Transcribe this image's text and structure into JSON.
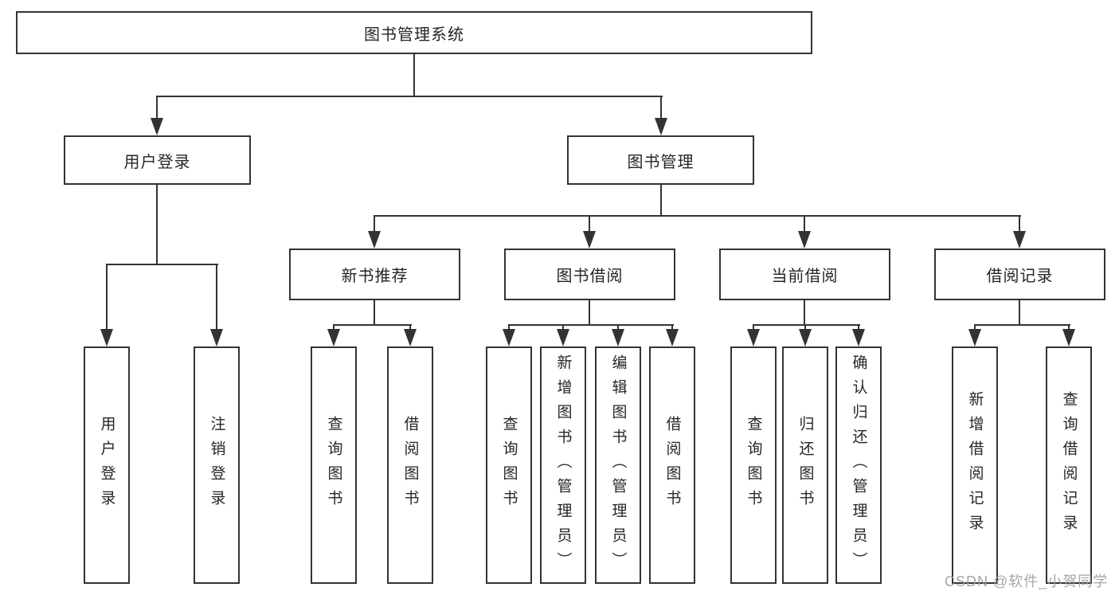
{
  "diagram": {
    "title_node": {
      "label": "图书管理系统"
    },
    "level2": [
      {
        "id": "user-login",
        "label": "用户登录"
      },
      {
        "id": "book-management",
        "label": "图书管理"
      }
    ],
    "level3": [
      {
        "id": "new-book-recommendation",
        "label": "新书推荐",
        "parent": "book-management"
      },
      {
        "id": "book-borrowing",
        "label": "图书借阅",
        "parent": "book-management"
      },
      {
        "id": "current-borrowing",
        "label": "当前借阅",
        "parent": "book-management"
      },
      {
        "id": "borrowing-records",
        "label": "借阅记录",
        "parent": "book-management"
      }
    ],
    "leaves": [
      {
        "parent": "user-login",
        "label": "用户登录"
      },
      {
        "parent": "user-login",
        "label": "注销登录"
      },
      {
        "parent": "new-book-recommendation",
        "label": "查询图书"
      },
      {
        "parent": "new-book-recommendation",
        "label": "借阅图书"
      },
      {
        "parent": "book-borrowing",
        "label": "查询图书"
      },
      {
        "parent": "book-borrowing",
        "label": "新增图书（管理员）"
      },
      {
        "parent": "book-borrowing",
        "label": "编辑图书（管理员）"
      },
      {
        "parent": "book-borrowing",
        "label": "借阅图书"
      },
      {
        "parent": "current-borrowing",
        "label": "查询图书"
      },
      {
        "parent": "current-borrowing",
        "label": "归还图书"
      },
      {
        "parent": "current-borrowing",
        "label": "确认归还（管理员）"
      },
      {
        "parent": "borrowing-records",
        "label": "新增借阅记录"
      },
      {
        "parent": "borrowing-records",
        "label": "查询借阅记录"
      }
    ],
    "watermark": "CSDN @软件_小贺同学",
    "colors": {
      "line": "#333333",
      "text": "#262626",
      "box_background": "#ffffff",
      "watermark": "#9e9e9e"
    }
  }
}
